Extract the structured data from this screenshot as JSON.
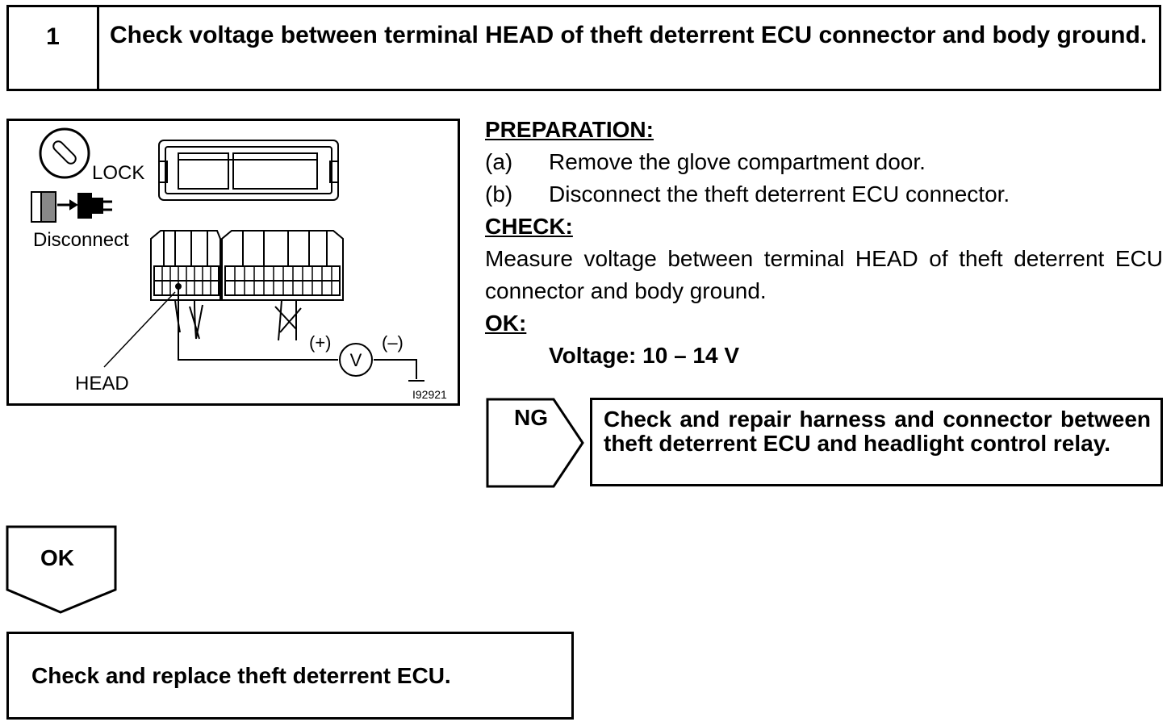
{
  "step": {
    "number": "1",
    "title": "Check voltage between terminal HEAD of theft deterrent ECU connector and body ground."
  },
  "illustration": {
    "lock_label": "LOCK",
    "disconnect_label": "Disconnect",
    "head_label": "HEAD",
    "plus_label": "(+)",
    "minus_label": "(–)",
    "meter_label": "V",
    "figure_id": "I92921",
    "icons": [
      "ignition-lock-icon",
      "disconnect-connector-icon",
      "voltmeter-icon",
      "ground-symbol-icon"
    ]
  },
  "preparation": {
    "heading": "PREPARATION:",
    "steps": [
      {
        "marker": "(a)",
        "text": "Remove the glove compartment door."
      },
      {
        "marker": "(b)",
        "text": "Disconnect the theft deterrent ECU connector."
      }
    ]
  },
  "check": {
    "heading": "CHECK:",
    "text": "Measure voltage between terminal HEAD of theft deterrent ECU connector and body ground."
  },
  "ok_spec": {
    "heading": "OK:",
    "value": "Voltage: 10 – 14 V"
  },
  "ng_branch": {
    "label": "NG",
    "action": "Check and repair harness and connector between theft deterrent ECU and headlight control relay."
  },
  "ok_branch": {
    "label": "OK",
    "action": "Check and replace theft deterrent ECU."
  }
}
